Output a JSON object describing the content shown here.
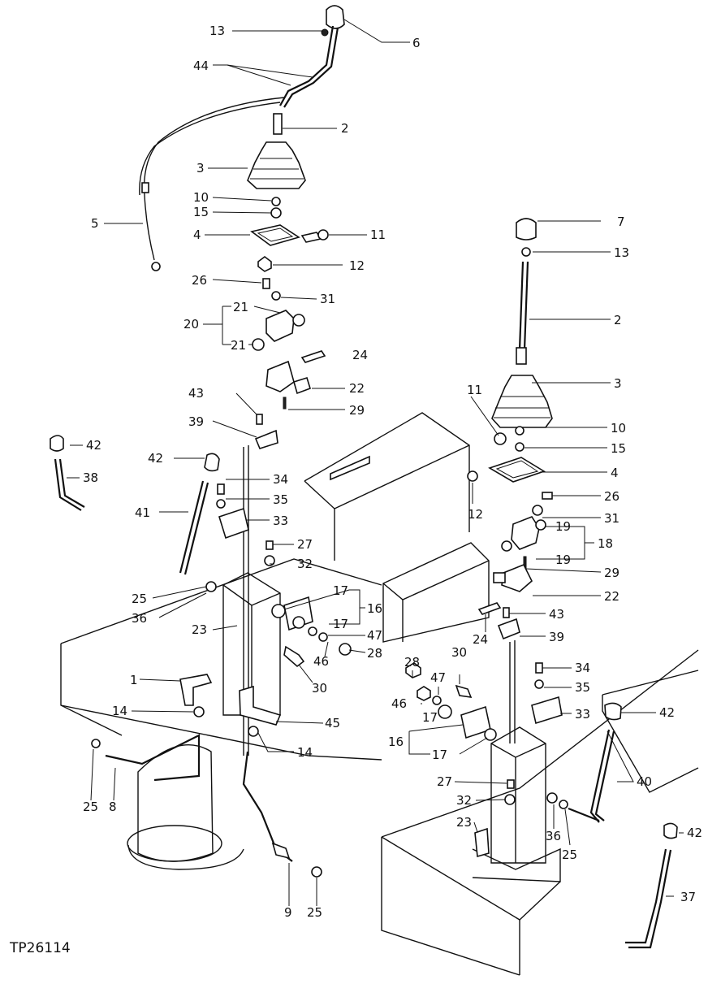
{
  "figure_id": "TP26114",
  "callouts": [
    {
      "id": "c6",
      "text": "6"
    },
    {
      "id": "c13a",
      "text": "13"
    },
    {
      "id": "c44",
      "text": "44"
    },
    {
      "id": "c2a",
      "text": "2"
    },
    {
      "id": "c3a",
      "text": "3"
    },
    {
      "id": "c10a",
      "text": "10"
    },
    {
      "id": "c15a",
      "text": "15"
    },
    {
      "id": "c5",
      "text": "5"
    },
    {
      "id": "c4a",
      "text": "4"
    },
    {
      "id": "c11a",
      "text": "11"
    },
    {
      "id": "c12a",
      "text": "12"
    },
    {
      "id": "c26a",
      "text": "26"
    },
    {
      "id": "c31a",
      "text": "31"
    },
    {
      "id": "c21a",
      "text": "21"
    },
    {
      "id": "c20",
      "text": "20"
    },
    {
      "id": "c21b",
      "text": "21"
    },
    {
      "id": "c24a",
      "text": "24"
    },
    {
      "id": "c22a",
      "text": "22"
    },
    {
      "id": "c43a",
      "text": "43"
    },
    {
      "id": "c29a",
      "text": "29"
    },
    {
      "id": "c39a",
      "text": "39"
    },
    {
      "id": "c7",
      "text": "7"
    },
    {
      "id": "c13b",
      "text": "13"
    },
    {
      "id": "c2b",
      "text": "2"
    },
    {
      "id": "c3b",
      "text": "3"
    },
    {
      "id": "c11b",
      "text": "11"
    },
    {
      "id": "c10b",
      "text": "10"
    },
    {
      "id": "c15b",
      "text": "15"
    },
    {
      "id": "c4b",
      "text": "4"
    },
    {
      "id": "c12b",
      "text": "12"
    },
    {
      "id": "c26b",
      "text": "26"
    },
    {
      "id": "c31b",
      "text": "31"
    },
    {
      "id": "c19a",
      "text": "19"
    },
    {
      "id": "c18",
      "text": "18"
    },
    {
      "id": "c19b",
      "text": "19"
    },
    {
      "id": "c29b",
      "text": "29"
    },
    {
      "id": "c22b",
      "text": "22"
    },
    {
      "id": "c43b",
      "text": "43"
    },
    {
      "id": "c24b",
      "text": "24"
    },
    {
      "id": "c39b",
      "text": "39"
    },
    {
      "id": "c42a",
      "text": "42"
    },
    {
      "id": "c38",
      "text": "38"
    },
    {
      "id": "c42b",
      "text": "42"
    },
    {
      "id": "c41",
      "text": "41"
    },
    {
      "id": "c34a",
      "text": "34"
    },
    {
      "id": "c35a",
      "text": "35"
    },
    {
      "id": "c33a",
      "text": "33"
    },
    {
      "id": "c27a",
      "text": "27"
    },
    {
      "id": "c32a",
      "text": "32"
    },
    {
      "id": "c25a",
      "text": "25"
    },
    {
      "id": "c36a",
      "text": "36"
    },
    {
      "id": "c17a",
      "text": "17"
    },
    {
      "id": "c16a",
      "text": "16"
    },
    {
      "id": "c17b",
      "text": "17"
    },
    {
      "id": "c23a",
      "text": "23"
    },
    {
      "id": "c47a",
      "text": "47"
    },
    {
      "id": "c46a",
      "text": "46"
    },
    {
      "id": "c28a",
      "text": "28"
    },
    {
      "id": "c30a",
      "text": "30"
    },
    {
      "id": "c1",
      "text": "1"
    },
    {
      "id": "c14a",
      "text": "14"
    },
    {
      "id": "c45",
      "text": "45"
    },
    {
      "id": "c14b",
      "text": "14"
    },
    {
      "id": "c25b",
      "text": "25"
    },
    {
      "id": "c8",
      "text": "8"
    },
    {
      "id": "c9",
      "text": "9"
    },
    {
      "id": "c25c",
      "text": "25"
    },
    {
      "id": "c28b",
      "text": "28"
    },
    {
      "id": "c47b",
      "text": "47"
    },
    {
      "id": "c46b",
      "text": "46"
    },
    {
      "id": "c30b",
      "text": "30"
    },
    {
      "id": "c17c",
      "text": "17"
    },
    {
      "id": "c16b",
      "text": "16"
    },
    {
      "id": "c17d",
      "text": "17"
    },
    {
      "id": "c34b",
      "text": "34"
    },
    {
      "id": "c35b",
      "text": "35"
    },
    {
      "id": "c33b",
      "text": "33"
    },
    {
      "id": "c42c",
      "text": "42"
    },
    {
      "id": "c27b",
      "text": "27"
    },
    {
      "id": "c32b",
      "text": "32"
    },
    {
      "id": "c40",
      "text": "40"
    },
    {
      "id": "c23b",
      "text": "23"
    },
    {
      "id": "c36b",
      "text": "36"
    },
    {
      "id": "c25d",
      "text": "25"
    },
    {
      "id": "c42d",
      "text": "42"
    },
    {
      "id": "c37",
      "text": "37"
    }
  ]
}
